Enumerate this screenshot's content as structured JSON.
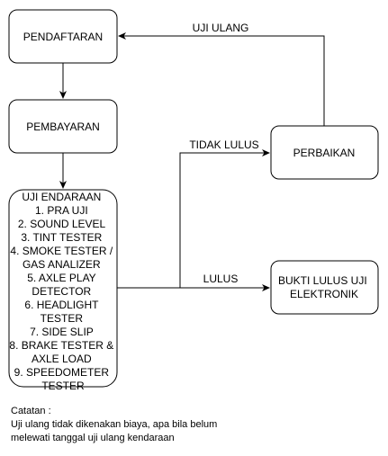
{
  "nodes": {
    "pendaftaran": {
      "label": "PENDAFTARAN"
    },
    "pembayaran": {
      "label": "PEMBAYARAN"
    },
    "uji_kendaraan": {
      "lines": [
        "UJI ENDARAAN",
        "1. PRA UJI",
        "2. SOUND LEVEL",
        "3. TINT TESTER",
        "4. SMOKE TESTER /",
        "GAS ANALIZER",
        "5. AXLE PLAY",
        "DETECTOR",
        "6. HEADLIGHT",
        "TESTER",
        "7. SIDE SLIP",
        "8. BRAKE TESTER &",
        "AXLE LOAD",
        "9. SPEEDOMETER",
        "TESTER"
      ]
    },
    "perbaikan": {
      "label": "PERBAIKAN"
    },
    "bukti_lulus": {
      "lines": [
        "BUKTI LULUS UJI",
        "ELEKTRONIK"
      ]
    }
  },
  "edges": {
    "uji_ulang": "UJI ULANG",
    "tidak_lulus": "TIDAK LULUS",
    "lulus": "LULUS"
  },
  "note": {
    "title": "Catatan :",
    "line1": "Uji ulang tidak dikenakan biaya, apa bila belum",
    "line2": "melewati tanggal uji ulang kendaraan"
  },
  "colors": {
    "stroke": "#000000",
    "fill": "#ffffff",
    "text": "#000000"
  }
}
